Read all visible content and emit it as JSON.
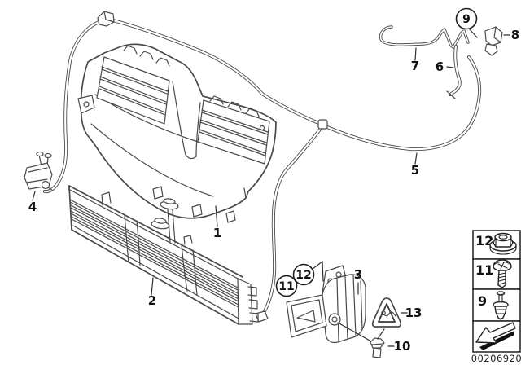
{
  "callouts": {
    "c1": "1",
    "c2": "2",
    "c3": "3",
    "c4": "4",
    "c5": "5",
    "c6": "6",
    "c7": "7",
    "c8": "8",
    "c9": "9",
    "c10": "10",
    "c11": "11",
    "c12": "12",
    "c13": "13"
  },
  "legend": {
    "rows": [
      {
        "label": "12",
        "icon": "flange-nut"
      },
      {
        "label": "11",
        "icon": "pan-head-screw"
      },
      {
        "label": "9",
        "icon": "expansion-rivet"
      },
      {
        "label": "",
        "icon": "direction-arrow"
      }
    ]
  },
  "footer": {
    "catalog_number": "00206920"
  },
  "colors": {
    "line": "#4a4a4a",
    "text": "#111111",
    "background": "#ffffff"
  }
}
